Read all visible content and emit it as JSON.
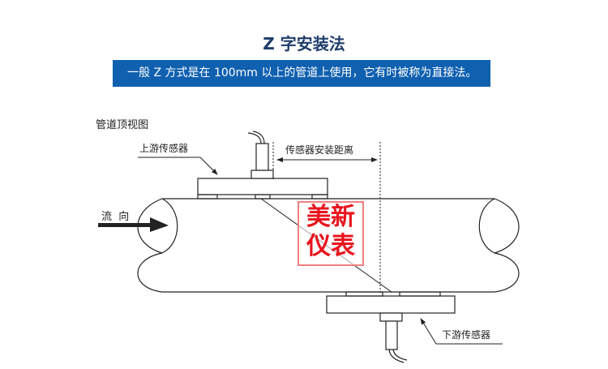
{
  "title": "Z 字安装法",
  "description": "一般 Z 方式是在 100mm 以上的管道上使用，它有时被称为直接法。",
  "diagram": {
    "view_label": "管道顶视图",
    "upstream_label": "上游传感器",
    "downstream_label": "下游传感器",
    "distance_label": "传感器安装距离",
    "flow_label": "流  向",
    "watermark": [
      "美新",
      "仪表"
    ]
  },
  "colors": {
    "title": "#1f3d6b",
    "band": "#1060b0",
    "watermark": "#e8141e"
  }
}
